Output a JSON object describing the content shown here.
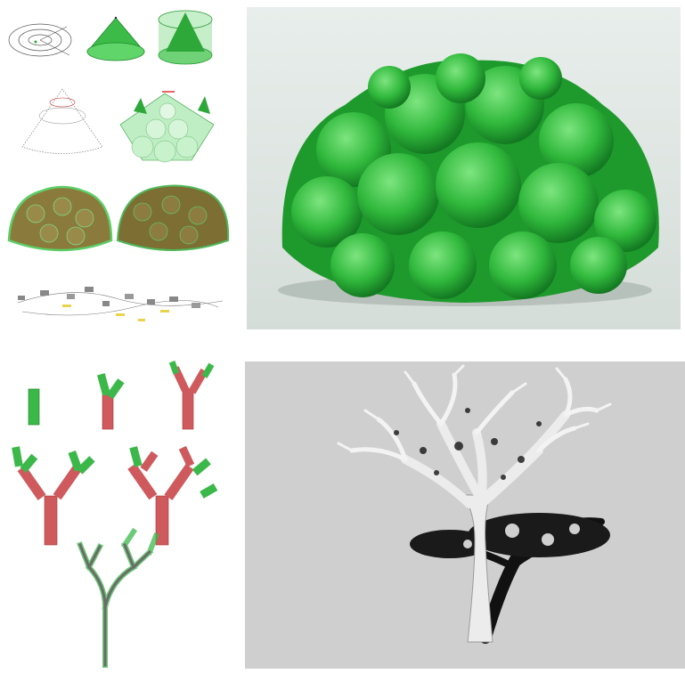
{
  "figure": {
    "panels": [
      {
        "id": "romanesco-construction-steps",
        "kind": "diagram"
      },
      {
        "id": "romanesco-render",
        "kind": "render"
      },
      {
        "id": "tree-construction-steps",
        "kind": "diagram"
      },
      {
        "id": "tree-render",
        "kind": "render"
      }
    ]
  },
  "colors": {
    "fractal_green": "#2fb83a",
    "light_green": "#8ee08f",
    "branch_red": "#c9474b",
    "render_background": "#dfe6e3",
    "tree_background": "#cfcfcf"
  }
}
